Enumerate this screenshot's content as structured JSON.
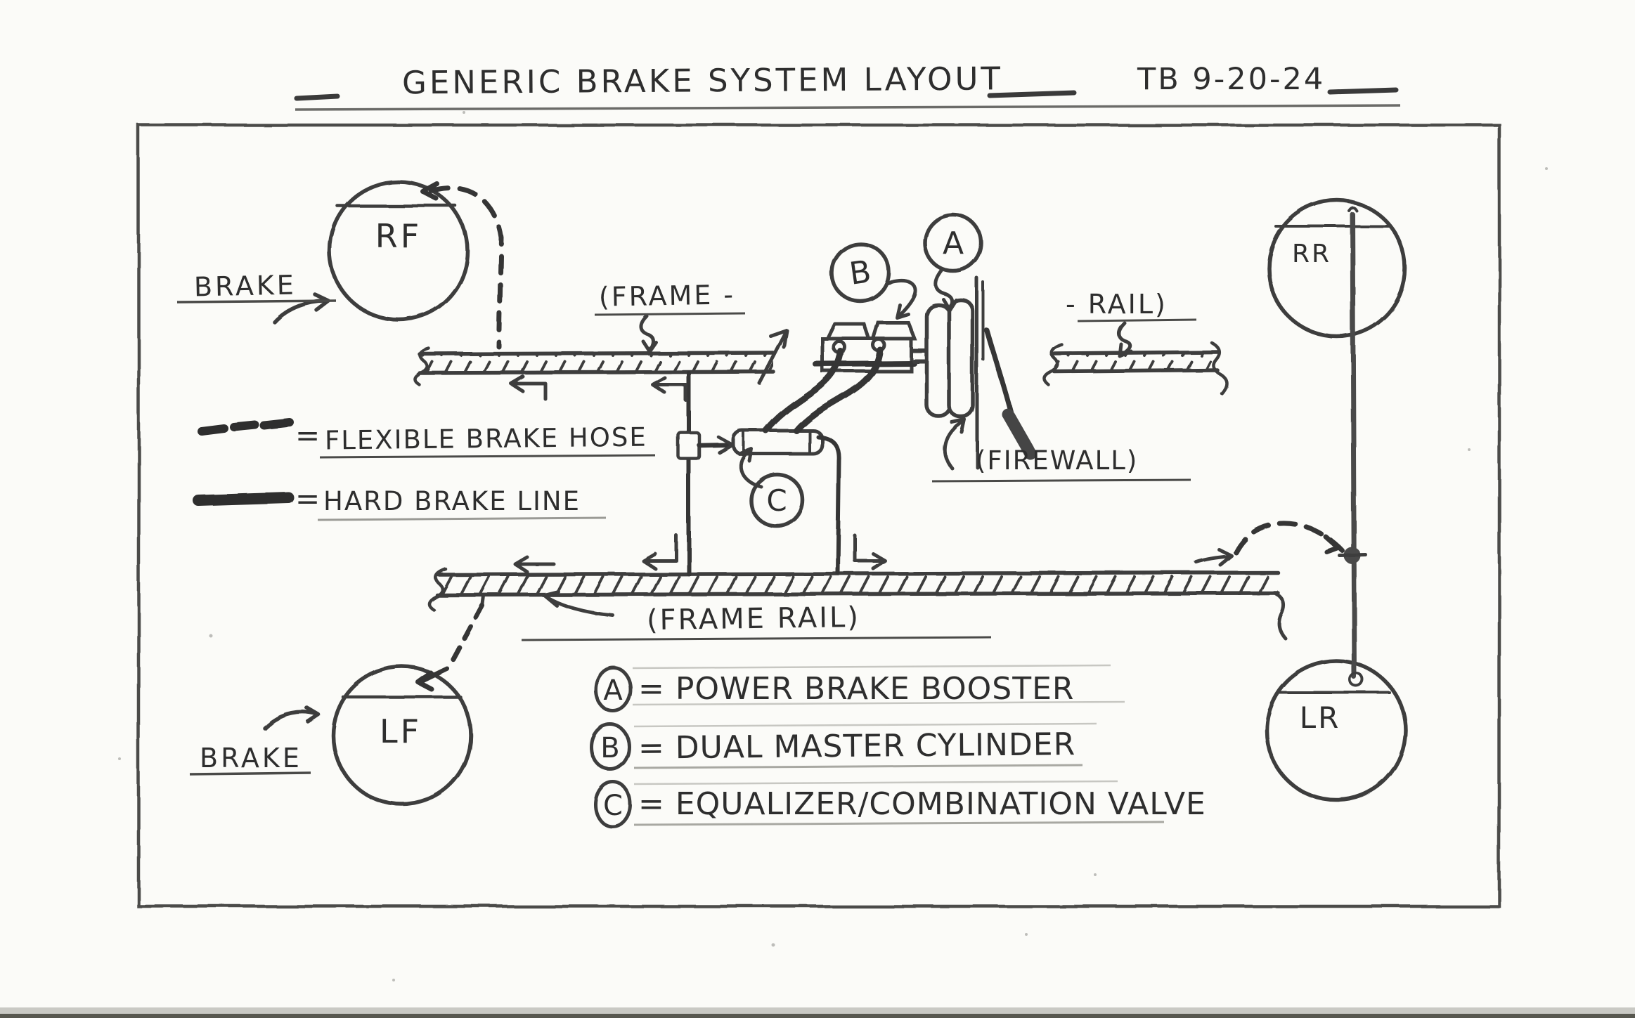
{
  "title": {
    "text": "GENERIC BRAKE SYSTEM LAYOUT",
    "author_date": "TB 9-20-24"
  },
  "wheels": {
    "rf": "RF",
    "rr": "RR",
    "lf": "LF",
    "lr": "LR"
  },
  "labels": {
    "brake_front": "BRAKE",
    "brake_rear": "BRAKE",
    "frame": "(FRAME -",
    "rail": "- RAIL)",
    "firewall": "(FIREWALL)",
    "frame_rail": "(FRAME RAIL)"
  },
  "line_legend": {
    "flexible": {
      "symbol": "dashed-line",
      "eq": "=",
      "label": "FLEXIBLE BRAKE HOSE"
    },
    "hard": {
      "symbol": "solid-line",
      "eq": "=",
      "label": "HARD BRAKE LINE"
    }
  },
  "callouts": {
    "a": "A",
    "b": "B",
    "c": "C"
  },
  "component_legend": [
    {
      "key": "A",
      "label": "= POWER BRAKE BOOSTER"
    },
    {
      "key": "B",
      "label": "= DUAL MASTER CYLINDER"
    },
    {
      "key": "C",
      "label": "= EQUALIZER/COMBINATION VALVE"
    }
  ],
  "colors": {
    "paper": "#fbfbf8",
    "pencil": "#3d3d3d",
    "pencil_light": "#8b8b86"
  }
}
